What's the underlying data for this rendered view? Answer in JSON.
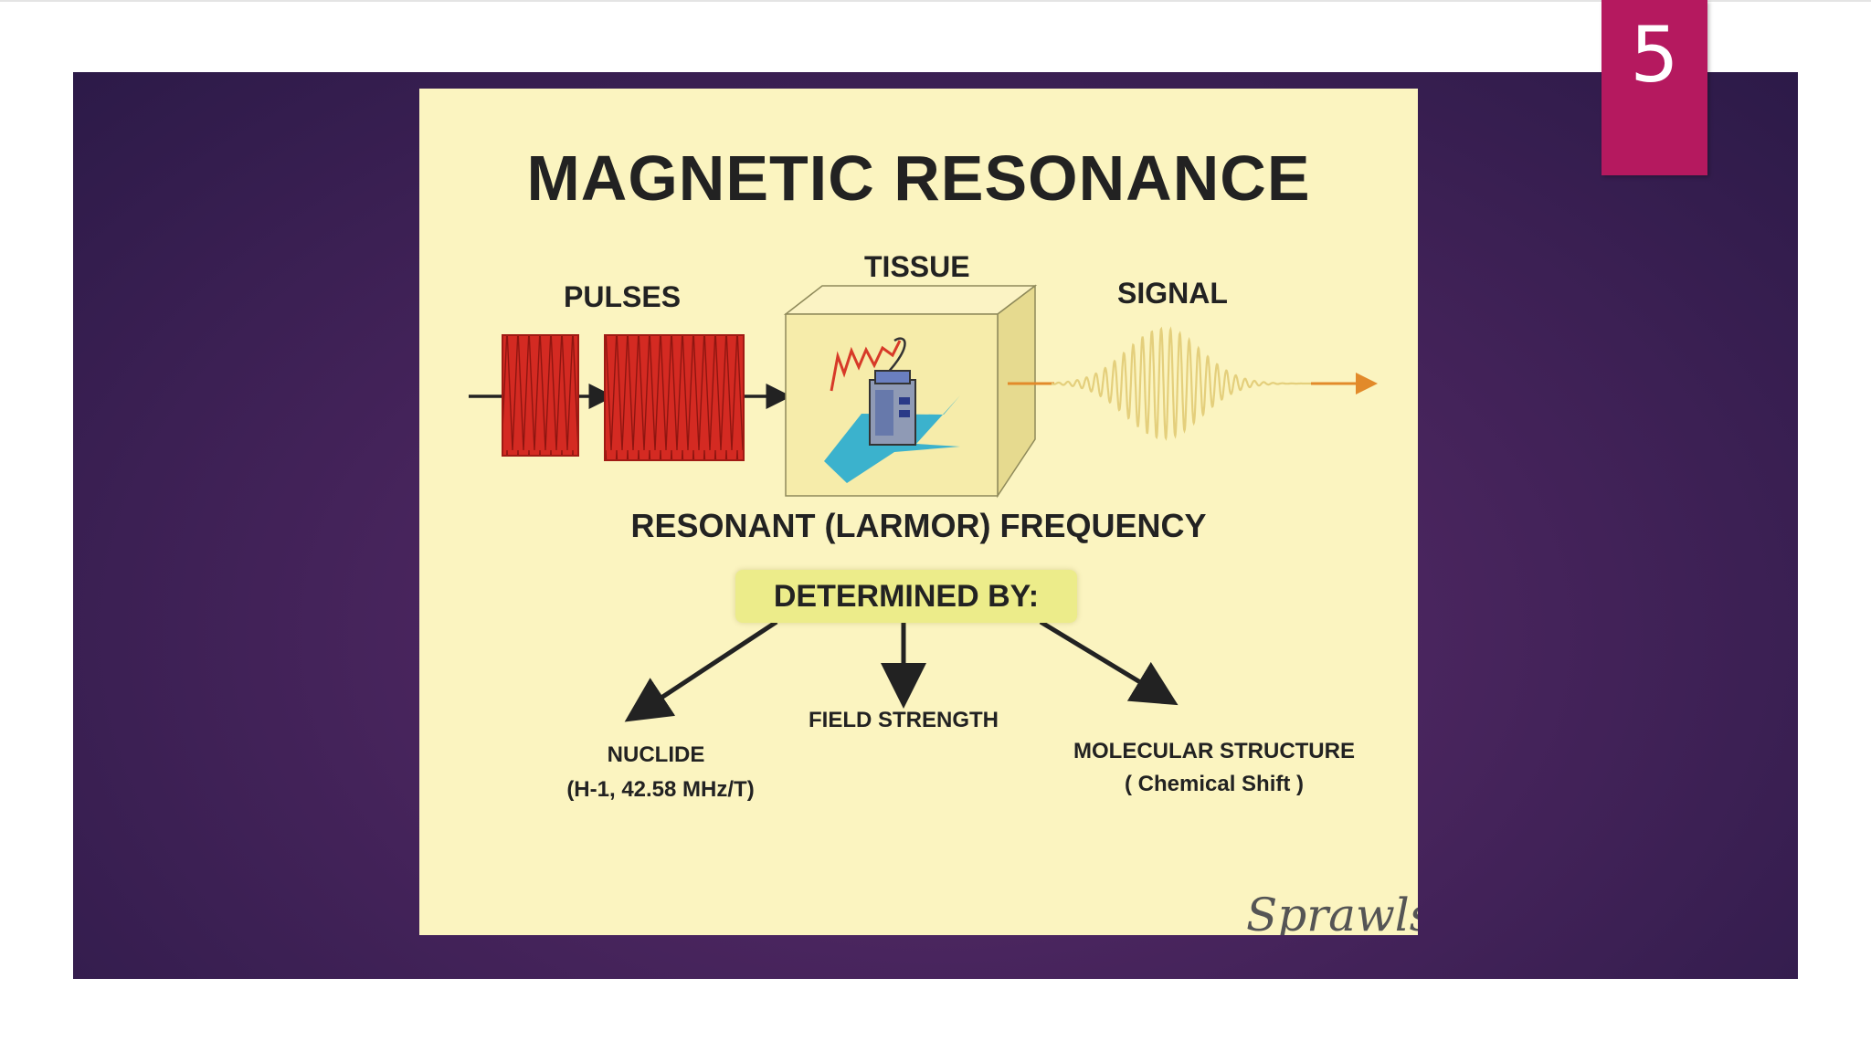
{
  "slide": {
    "page_number": "5"
  },
  "diagram": {
    "title": "MAGNETIC RESONANCE",
    "labels": {
      "pulses": "PULSES",
      "tissue": "TISSUE",
      "signal": "SIGNAL"
    },
    "frequency_caption": "RESONANT (LARMOR) FREQUENCY",
    "determined_by": "DETERMINED BY:",
    "factors": {
      "nuclide": {
        "name": "NUCLIDE",
        "detail": "(H-1,   42.58 MHz/T)"
      },
      "field": {
        "name": "FIELD  STRENGTH"
      },
      "molecular": {
        "name": "MOLECULAR  STRUCTURE",
        "detail": "( Chemical  Shift )"
      }
    },
    "signature": "Sprawls"
  },
  "colors": {
    "panel_background": "#47245c",
    "card_background": "#fbf4c0",
    "badge": "#b5195f",
    "pulse_red": "#d42a22",
    "cube": "#f6ecaa",
    "signal_wave": "#e4cf7c",
    "signal_arrow": "#e28a2a"
  }
}
